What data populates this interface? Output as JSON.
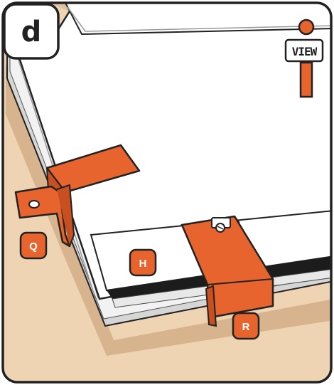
{
  "panel": {
    "step_label": "d",
    "view_label": "VIEW"
  },
  "callouts": {
    "q": "Q",
    "h": "H",
    "r": "R"
  },
  "colors": {
    "background": "#efd4b4",
    "outline": "#222222",
    "accent_orange": "#e8642e",
    "panel_face": "#ffffff",
    "panel_edge": "#c8c8c8",
    "seal_strip": "#1c1c1c"
  },
  "icons": {
    "view_indicator": "viewer-person-icon"
  }
}
